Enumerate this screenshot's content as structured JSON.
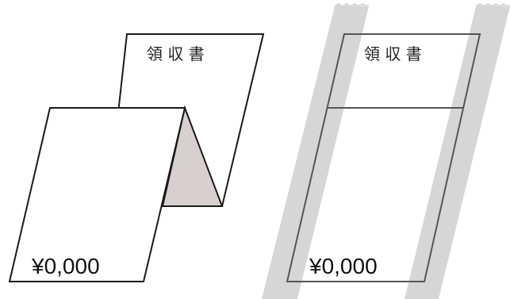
{
  "left_receipt": {
    "title": "領 収 書",
    "amount": "¥0,000"
  },
  "right_receipt": {
    "title": "領 収 書",
    "amount": "¥0,000"
  },
  "colors": {
    "outline": "#1a1a1a",
    "fold_shade": "#d8cfcf",
    "tape": "#d6d6d6",
    "right_outline": "#555555"
  }
}
